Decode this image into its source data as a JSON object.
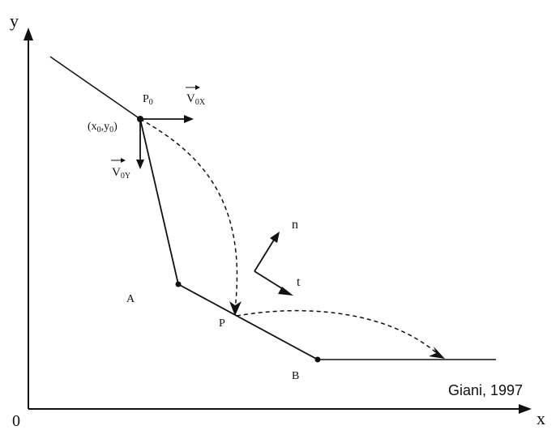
{
  "axes": {
    "x_label": "x",
    "y_label": "y",
    "origin_label": "0"
  },
  "points": {
    "p0": {
      "label": "P",
      "subscript": "0"
    },
    "p0_coords": {
      "text_pre": "(x",
      "sub1": "0",
      "mid": ",y",
      "sub2": "0",
      "text_post": ")"
    },
    "a": {
      "label": "A"
    },
    "p": {
      "label": "P"
    },
    "b": {
      "label": "B"
    }
  },
  "vectors": {
    "v0x": {
      "label": "V",
      "subscript": "0X"
    },
    "v0y": {
      "label": "V",
      "subscript": "0Y"
    },
    "n": {
      "label": "n"
    },
    "t": {
      "label": "t"
    }
  },
  "credit": "Giani, 1997",
  "colors": {
    "stroke": "#111111",
    "background": "#ffffff"
  }
}
